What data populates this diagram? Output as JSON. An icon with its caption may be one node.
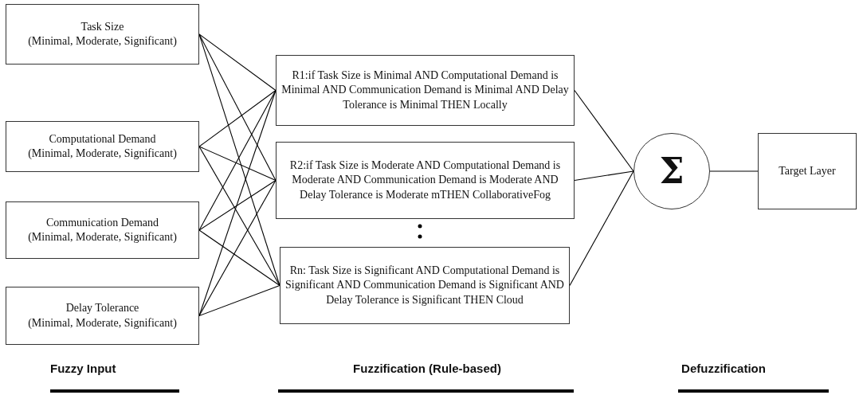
{
  "diagram": {
    "nodes": [
      {
        "text": [
          "Task Size",
          "(Minimal, Moderate, Significant)"
        ]
      },
      {
        "text": [
          "Computational Demand",
          "(Minimal, Moderate, Significant)"
        ]
      },
      {
        "text": [
          "Communication Demand",
          "(Minimal, Moderate, Significant)"
        ]
      },
      {
        "text": [
          "Delay Tolerance",
          "(Minimal, Moderate, Significant)"
        ]
      },
      {
        "text": [
          "R1:if Task Size is Minimal AND Computational Demand is Minimal AND Communication Demand is Minimal AND Delay Tolerance  is Minimal THEN Locally"
        ]
      },
      {
        "text": [
          "R2:if Task Size is Moderate AND Computational Demand is Moderate AND Communication Demand is Moderate AND Delay Tolerance is Moderate mTHEN CollaborativeFog"
        ]
      },
      {
        "text": [
          "Rn: Task Size is Significant AND Computational Demand is Significant AND Communication Demand is Significant AND Delay Tolerance is Significant THEN Cloud"
        ]
      },
      {
        "text": [
          "Σ"
        ]
      },
      {
        "text": [
          "Target Layer"
        ]
      }
    ],
    "edges": [
      {
        "from": 0,
        "to": 4,
        "arrow": "none"
      },
      {
        "from": 0,
        "to": 5,
        "arrow": "none"
      },
      {
        "from": 0,
        "to": 6,
        "arrow": "none"
      },
      {
        "from": 1,
        "to": 4,
        "arrow": "none"
      },
      {
        "from": 1,
        "to": 5,
        "arrow": "none"
      },
      {
        "from": 1,
        "to": 6,
        "arrow": "none"
      },
      {
        "from": 2,
        "to": 4,
        "arrow": "none"
      },
      {
        "from": 2,
        "to": 5,
        "arrow": "none"
      },
      {
        "from": 2,
        "to": 6,
        "arrow": "none"
      },
      {
        "from": 3,
        "to": 4,
        "arrow": "none"
      },
      {
        "from": 3,
        "to": 5,
        "arrow": "none"
      },
      {
        "from": 3,
        "to": 6,
        "arrow": "none"
      },
      {
        "from": 4,
        "to": 7,
        "arrow": "none"
      },
      {
        "from": 5,
        "to": 7,
        "arrow": "none"
      },
      {
        "from": 6,
        "to": 7,
        "arrow": "none"
      },
      {
        "from": 7,
        "to": 8,
        "arrow": "none"
      }
    ],
    "labels": [
      "Fuzzy Input",
      "Fuzzification (Rule-based)",
      "Defuzzification"
    ]
  }
}
